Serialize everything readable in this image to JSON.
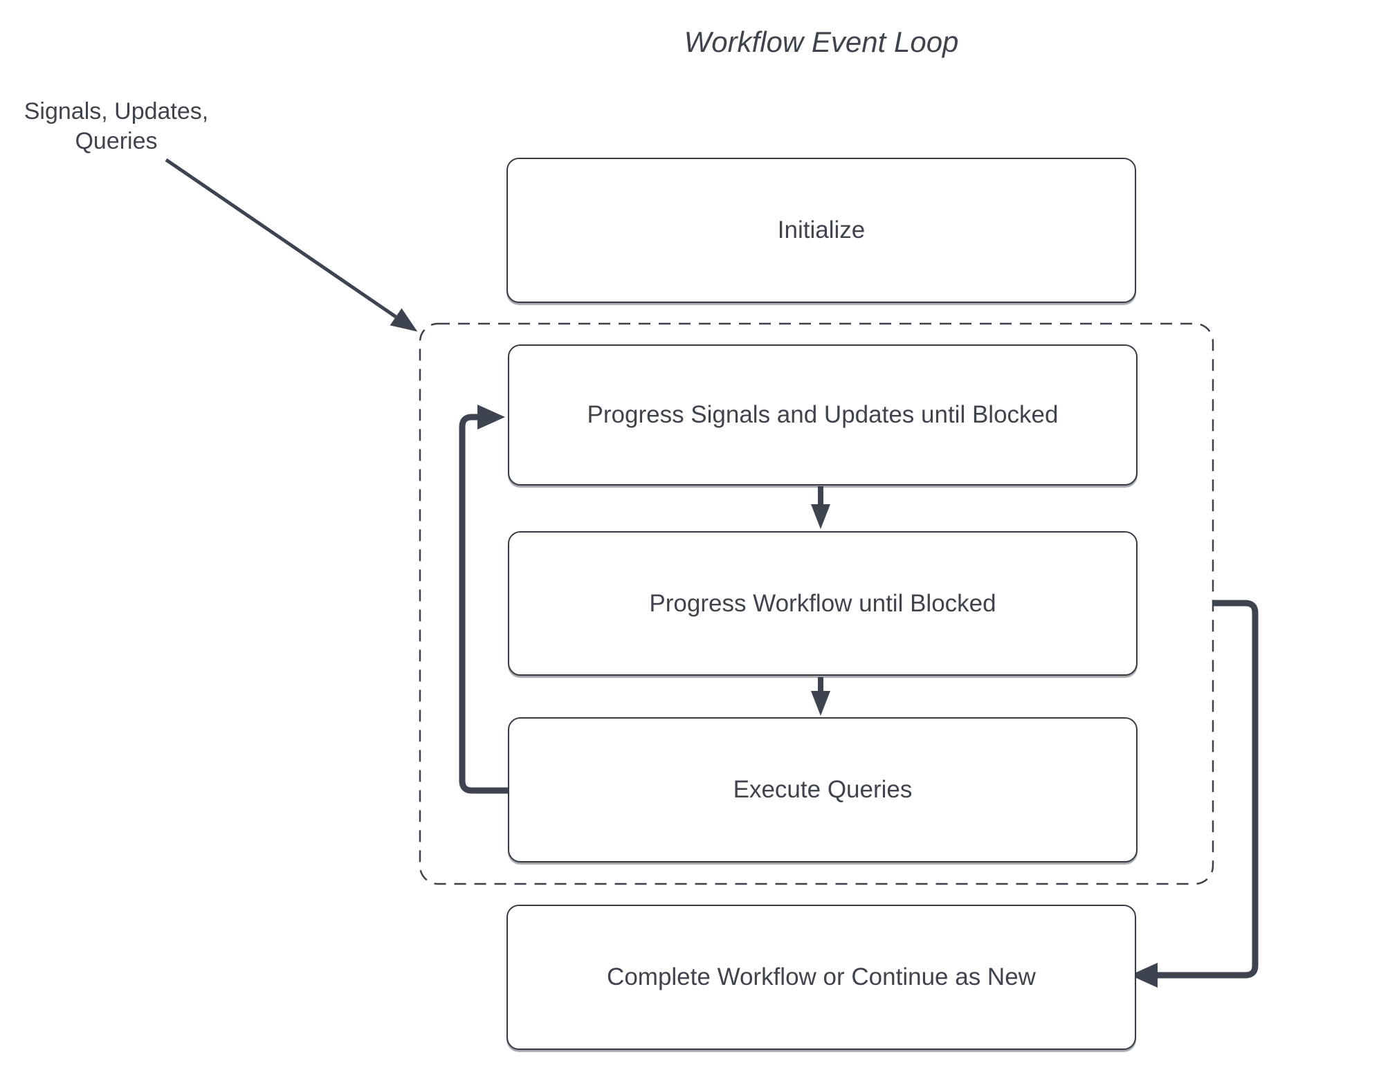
{
  "title": "Workflow Event Loop",
  "annotation": {
    "inputs_label": "Signals, Updates,\nQueries"
  },
  "nodes": {
    "initialize": {
      "label": "Initialize"
    },
    "progress_signals": {
      "label": "Progress Signals and Updates until Blocked"
    },
    "progress_workflow": {
      "label": "Progress Workflow until Blocked"
    },
    "execute_queries": {
      "label": "Execute Queries"
    },
    "complete_workflow": {
      "label": "Complete Workflow or Continue as New"
    }
  },
  "edges": {
    "inputs_to_loop_group": "Signals/Updates/Queries into event-loop group",
    "progress_signals_to_progress_workflow": "down arrow",
    "progress_workflow_to_execute_queries": "down arrow",
    "execute_queries_back_to_progress_signals": "left loop-back arrow",
    "loop_group_to_complete_workflow": "right side arrow"
  },
  "colors": {
    "background": "#ffffff",
    "box_border": "#363c44",
    "box_fill": "#ffffff",
    "arrow": "#3d4450",
    "dashed_border": "#3c4149",
    "text": "#3f444c"
  }
}
